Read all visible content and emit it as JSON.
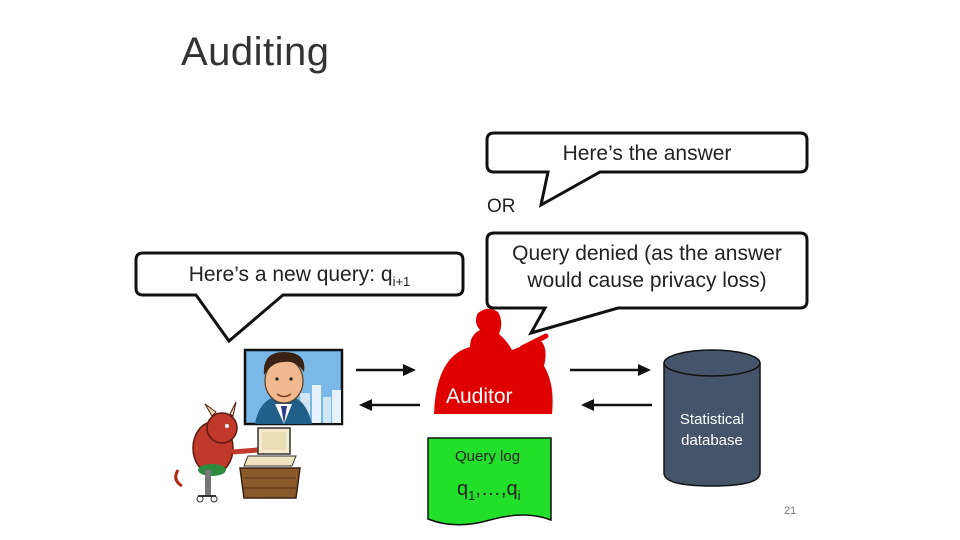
{
  "slide": {
    "title": "Auditing",
    "page_number": "21"
  },
  "bubbles": {
    "answer": "Here’s the answer",
    "or": "OR",
    "denied_line1": "Query denied (as the answer",
    "denied_line2": "would cause privacy loss)",
    "query_prefix": "Here’s a new query: q",
    "query_subscript": "i+1"
  },
  "auditor": {
    "label": "Auditor",
    "color": "#e00000"
  },
  "query_log": {
    "label": "Query log",
    "range_q1": "q",
    "range_sub1": "1",
    "range_mid": ",…,q",
    "range_subi": "i",
    "color": "#22e02a"
  },
  "database": {
    "line1": "Statistical",
    "line2": "database",
    "color": "#44546a"
  }
}
